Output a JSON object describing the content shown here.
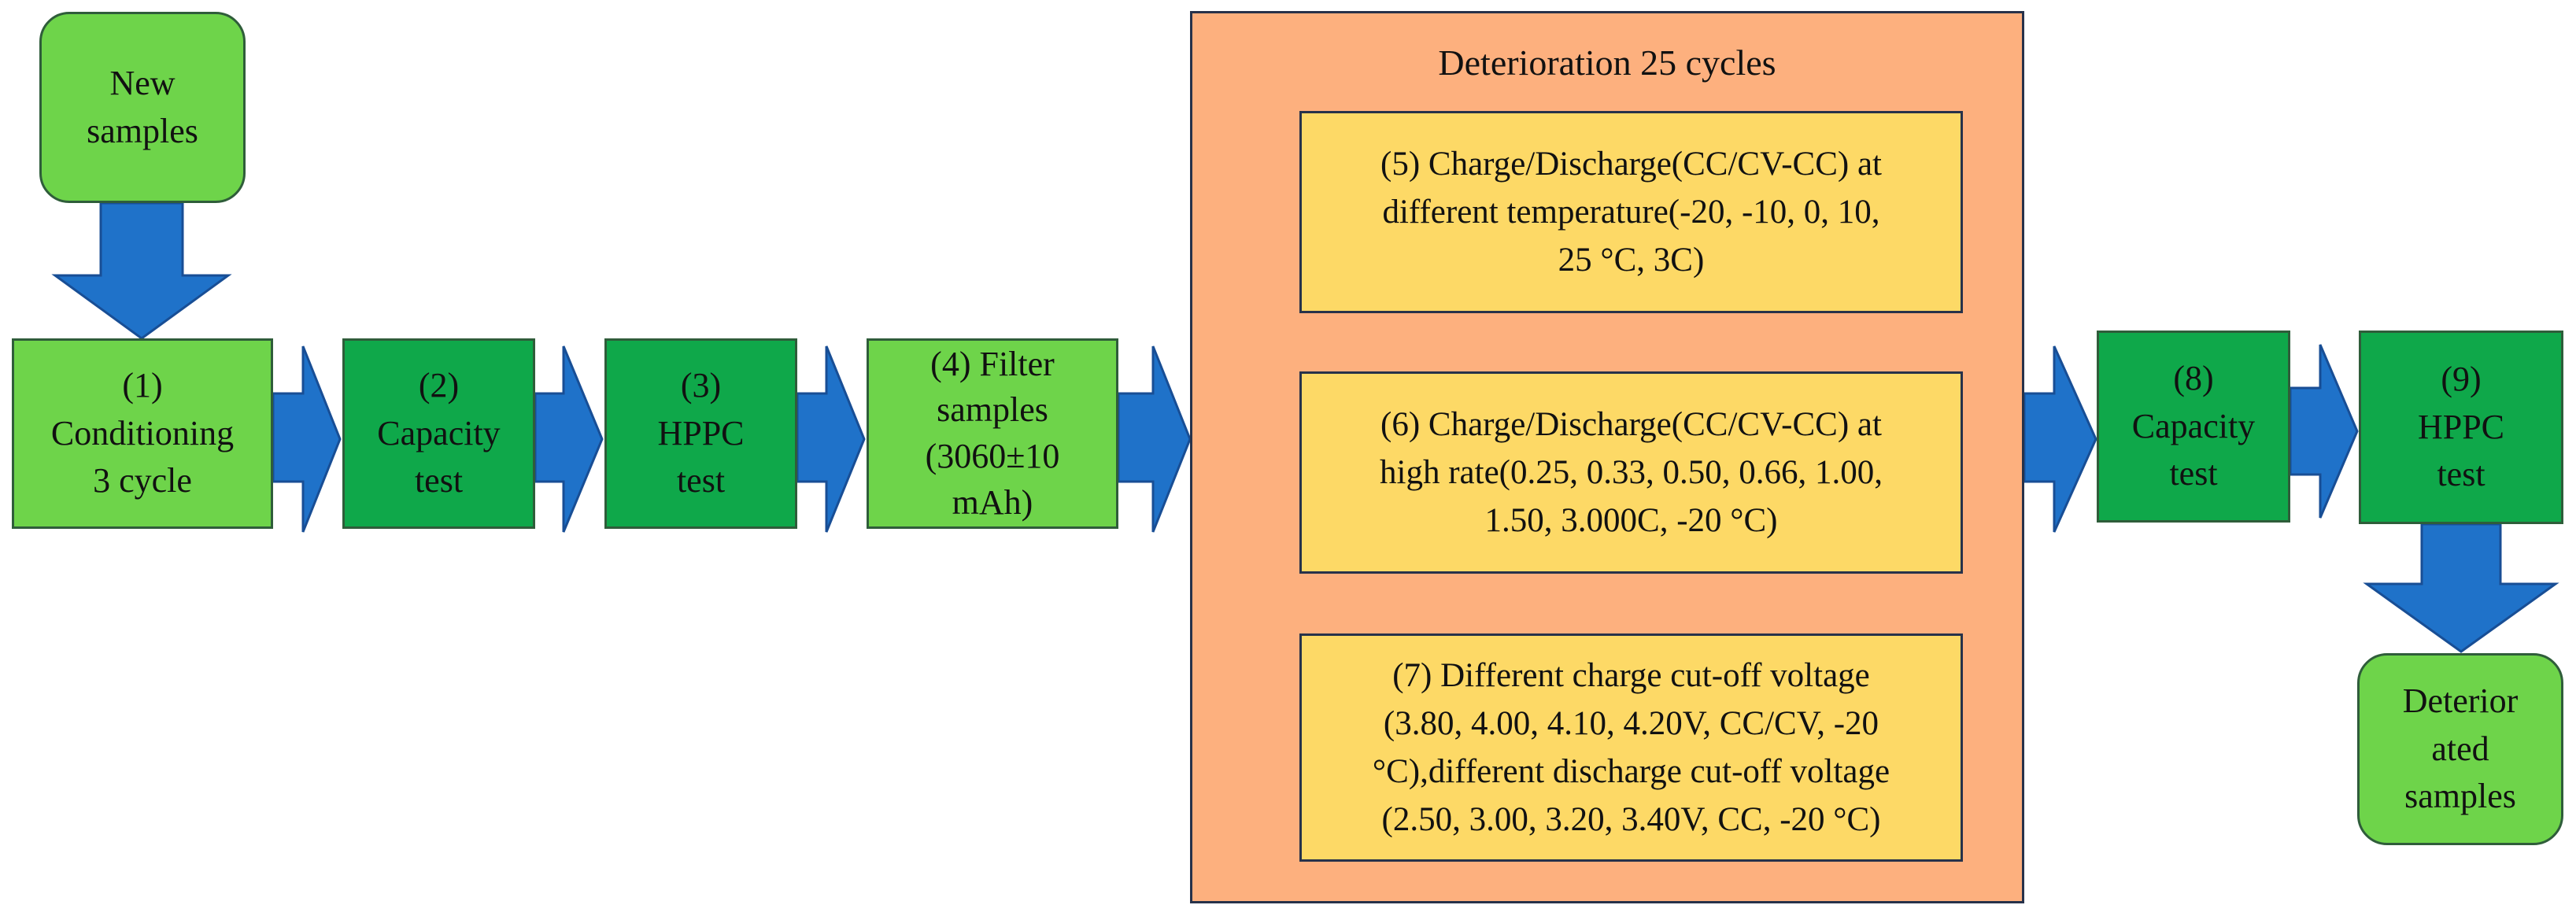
{
  "colors": {
    "light_green": "#6ed44a",
    "dark_green": "#0fa84a",
    "panel_orange": "#fdb07e",
    "step_yellow": "#fdd966",
    "arrow_blue": "#1f72c9"
  },
  "nodes": {
    "new_samples": "New\nsamples",
    "step1": "(1)\nConditioning\n3 cycle",
    "step2": "(2)\nCapacity\ntest",
    "step3": "(3)\nHPPC\ntest",
    "step4": "(4) Filter\nsamples\n(3060±10\nmAh)",
    "deterioration_title": "Deterioration 25 cycles",
    "step5": "(5) Charge/Discharge(CC/CV-CC) at\ndifferent temperature(-20, -10, 0, 10,\n25 °C, 3C)",
    "step6": "(6) Charge/Discharge(CC/CV-CC) at\nhigh rate(0.25, 0.33, 0.50, 0.66, 1.00,\n1.50, 3.000C, -20 °C)",
    "step7": "(7) Different charge cut-off voltage\n(3.80, 4.00, 4.10, 4.20V, CC/CV, -20\n°C),different discharge cut-off voltage\n(2.50, 3.00, 3.20, 3.40V, CC, -20 °C)",
    "step8": "(8)\nCapacity\ntest",
    "step9": "(9)\nHPPC\ntest",
    "deteriorated_samples": "Deterior\nated\nsamples"
  }
}
